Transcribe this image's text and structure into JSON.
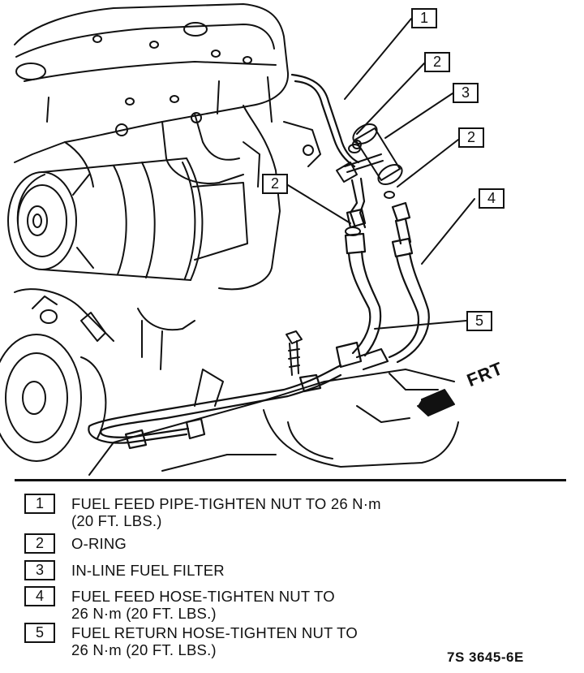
{
  "callouts": [
    "1",
    "2",
    "3",
    "2",
    "4",
    "2",
    "5"
  ],
  "direction_label": "FRT",
  "legend": [
    {
      "num": "1",
      "line1": "FUEL FEED PIPE-TIGHTEN NUT TO 26 N·m",
      "line2": "(20 FT. LBS.)"
    },
    {
      "num": "2",
      "line1": "O-RING",
      "line2": ""
    },
    {
      "num": "3",
      "line1": "IN-LINE FUEL FILTER",
      "line2": ""
    },
    {
      "num": "4",
      "line1": "FUEL FEED HOSE-TIGHTEN NUT TO",
      "line2": "26 N·m (20 FT. LBS.)"
    },
    {
      "num": "5",
      "line1": "FUEL RETURN HOSE-TIGHTEN NUT TO",
      "line2": "26 N·m (20 FT. LBS.)"
    }
  ],
  "figure_code": "7S 3645-6E"
}
